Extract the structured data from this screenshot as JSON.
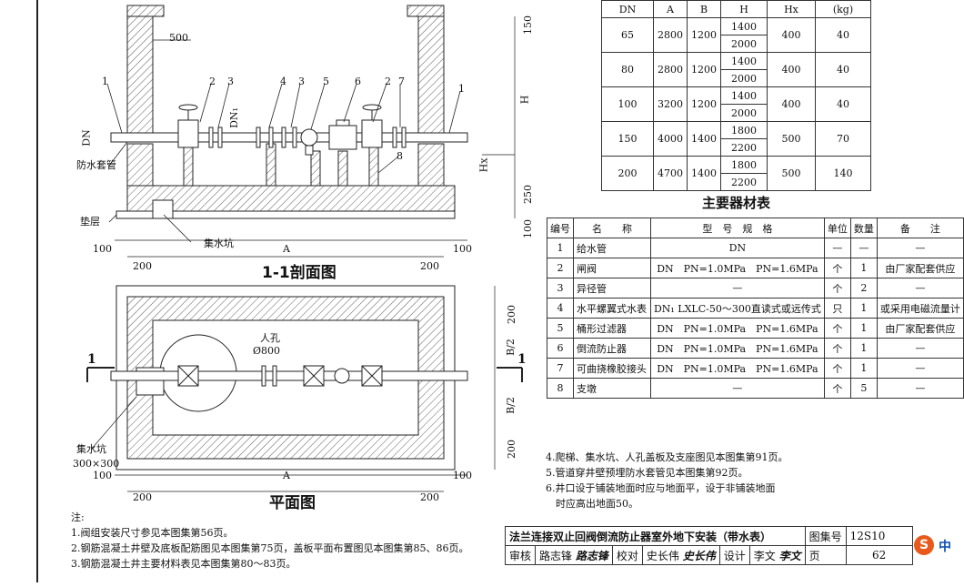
{
  "section_view": {
    "title": "1-1剖面图",
    "dim_500": "500",
    "dim_150": "150",
    "dim_H": "H",
    "dim_Hx": "Hx",
    "dim_250": "250",
    "dim_100_right": "100",
    "dim_100_left": "100",
    "dim_100_right2": "100",
    "dim_A": "A",
    "dim_200_left": "200",
    "dim_200_right": "200",
    "label_DN": "DN",
    "label_DN1": "DN₁",
    "label_casing": "防水套管",
    "label_cushion": "垫层",
    "label_sump": "集水坑",
    "callouts": [
      "1",
      "2",
      "3",
      "4",
      "3",
      "5",
      "6",
      "2",
      "7",
      "1",
      "8"
    ]
  },
  "plan_view": {
    "title": "平面图",
    "manhole": "人孔",
    "manhole_dia": "Ø800",
    "sump": "集水坑",
    "sump_size": "300×300",
    "dim_200_top": "200",
    "dim_B2_top": "B/2",
    "dim_B2_bottom": "B/2",
    "dim_200_bottom": "200",
    "dim_100_left": "100",
    "dim_100_right": "100",
    "dim_A": "A",
    "dim_200_left": "200",
    "dim_200_right": "200",
    "cut_left": "1",
    "cut_right": "1"
  },
  "dimension_table": {
    "headers": [
      "DN",
      "A",
      "B",
      "H",
      "Hx",
      "(kg)"
    ],
    "rows": [
      {
        "dn": "65",
        "a": "2800",
        "b": "1200",
        "h1": "1400",
        "h2": "2000",
        "hx": "400",
        "kg": "40"
      },
      {
        "dn": "80",
        "a": "2800",
        "b": "1200",
        "h1": "1400",
        "h2": "2000",
        "hx": "400",
        "kg": "40"
      },
      {
        "dn": "100",
        "a": "3200",
        "b": "1200",
        "h1": "1400",
        "h2": "2000",
        "hx": "400",
        "kg": "40"
      },
      {
        "dn": "150",
        "a": "4000",
        "b": "1400",
        "h1": "1800",
        "h2": "2200",
        "hx": "500",
        "kg": "70"
      },
      {
        "dn": "200",
        "a": "4700",
        "b": "1400",
        "h1": "1800",
        "h2": "2200",
        "hx": "500",
        "kg": "140"
      }
    ]
  },
  "material_table": {
    "title": "主要器材表",
    "headers": [
      "编号",
      "名　　称",
      "型　号　规　格",
      "单位",
      "数量",
      "备　　注"
    ],
    "rows": [
      {
        "no": "1",
        "name": "给水管",
        "spec": "DN",
        "unit": "—",
        "qty": "—",
        "note": "—"
      },
      {
        "no": "2",
        "name": "闸阀",
        "spec": "DN　PN=1.0MPa　PN=1.6MPa",
        "unit": "个",
        "qty": "1",
        "note": "由厂家配套供应"
      },
      {
        "no": "3",
        "name": "异径管",
        "spec": "—",
        "unit": "个",
        "qty": "2",
        "note": "—"
      },
      {
        "no": "4",
        "name": "水平螺翼式水表",
        "spec": "DN₁ LXLC-50～300直读式或远传式",
        "unit": "只",
        "qty": "1",
        "note": "或采用电磁流量计"
      },
      {
        "no": "5",
        "name": "桶形过滤器",
        "spec": "DN　PN=1.0MPa　PN=1.6MPa",
        "unit": "个",
        "qty": "1",
        "note": "由厂家配套供应"
      },
      {
        "no": "6",
        "name": "倒流防止器",
        "spec": "DN　PN=1.0MPa　PN=1.6MPa",
        "unit": "个",
        "qty": "1",
        "note": "—"
      },
      {
        "no": "7",
        "name": "可曲挠橡胶接头",
        "spec": "DN　PN=1.0MPa　PN=1.6MPa",
        "unit": "个",
        "qty": "1",
        "note": "—"
      },
      {
        "no": "8",
        "name": "支墩",
        "spec": "—",
        "unit": "个",
        "qty": "5",
        "note": "—"
      }
    ]
  },
  "notes_left": {
    "heading": "注:",
    "items": [
      "1.阀组安装尺寸参见本图集第56页。",
      "2.钢筋混凝土井壁及底板配筋图见本图集第75页，盖板平面布置图见本图集第85、86页。",
      "3.钢筋混凝土井主要材料表见本图集第80～83页。"
    ]
  },
  "notes_right": {
    "items": [
      "4.爬梯、集水坑、人孔盖板及支座图见本图集第91页。",
      "5.管道穿井壁预埋防水套管见本图集第92页。",
      "6.井口设于铺装地面时应与地面平，设于非铺装地面",
      "　时应高出地面50。"
    ]
  },
  "title_block": {
    "drawing_title": "法兰连接双止回阀倒流防止器室外地下安装（带水表）",
    "atlas_label": "图集号",
    "atlas_no": "12S10",
    "review_label": "审核",
    "review_name": "路志锋",
    "review_sig": "路志锋",
    "check_label": "校对",
    "check_name": "史长伟",
    "check_sig": "史长伟",
    "design_label": "设计",
    "design_name": "李文",
    "design_sig": "李文",
    "page_label": "页",
    "page_no": "62"
  },
  "ime_badge": {
    "s": "S",
    "lang": "中"
  }
}
